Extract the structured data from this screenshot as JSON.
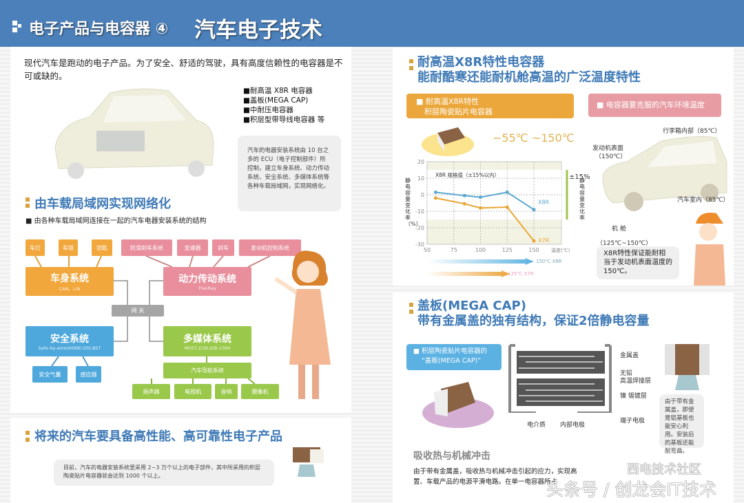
{
  "header": {
    "subtitle": "电子产品与电容器 ④",
    "title": "汽车电子技术",
    "color": "#4b80bb"
  },
  "intro": {
    "text": "现代汽车是跑动的电子产品。为了安全、舒适的驾驶，具有高度信赖性的电容器是不可或缺的。",
    "bullets": [
      "■耐高温 X8R 电容器",
      "■盖板(MEGA CAP)",
      "■中耐压电容器",
      "■积层型带导线电容器 等"
    ],
    "bubble": "汽车的电器安装系统由 10 台之多的 ECU（电子控制部件）所控制，建立车身系统、动力传动系统、安全系统、多媒体系统等各种车载局域网，实现网络化。"
  },
  "network": {
    "title": "由车载局域网实现网络化",
    "caption": "■ 由各种车载局域网连接在一起的汽车电器安装系统的结构",
    "body": {
      "name": "车身系统",
      "protocol": "CAN、LIN",
      "items": [
        "车灯",
        "车锁",
        "钥匙"
      ]
    },
    "powertrain": {
      "name": "动力传动系统",
      "protocol": "FlexRay",
      "items": [
        "防滑刹车系统",
        "变速器",
        "刹车",
        "发动机控制系统"
      ]
    },
    "gateway": "网 关",
    "safety": {
      "name": "安全系统",
      "protocol": "Safe-by-wire(ASRB)·DSI,BST",
      "items": [
        "安全气囊",
        "感应器"
      ]
    },
    "multimedia": {
      "name": "多媒体系统",
      "protocol": "MOST,D2B,IDB-1394",
      "nav": "汽车导航系统",
      "items": [
        "扬声器",
        "电视机",
        "音响",
        "摄像机"
      ]
    }
  },
  "future": {
    "title": "将来的汽车要具备高性能、高可靠性电子产品",
    "text": "目前，汽车的电器安装系统里采用 2~3 万个以上的电子部件，其中所采用的积层陶瓷贴片电容器就会达到 1000 个以上。"
  },
  "x8r": {
    "title1": "耐高温X8R特性电容器",
    "title2": "能耐酷寒还能耐机舱高温的广泛温度特性",
    "tag1_line1": "■ 耐高温X8R特性",
    "tag1_line2": "积层陶瓷贴片电容器",
    "range": "−55℃ ~150℃",
    "tag2": "■ 电容器要克服的汽车环境温度",
    "car_labels": {
      "trunk": "行李箱内部（85℃）",
      "engine_surface": "发动机表面",
      "engine_surface_temp": "（150℃）",
      "cabin": "汽车室内（85℃）",
      "engine_room": "机 舱",
      "engine_room_temp": "（125℃~150℃）"
    },
    "note": "X8R特性保证能耐相当于发动机表面温度的150℃。",
    "arrow1": "150℃ X8R",
    "arrow2": "125℃ X7R"
  },
  "chart_data": {
    "type": "line",
    "xlabel": "温度(℃)",
    "ylabel": "静电容量变化率（%）",
    "xlim": [
      50,
      150
    ],
    "ylim": [
      -30,
      20
    ],
    "xticks": [
      "50",
      "75",
      "100",
      "125",
      "150"
    ],
    "yticks": [
      "20",
      "10",
      "0",
      "-10",
      "-20",
      "-30"
    ],
    "grid": true,
    "band_label": "X8R 规格值（±15%以内）",
    "band_range": [
      -15,
      15
    ],
    "right_label": "±15%",
    "right_axis": "静电容量变化率",
    "series": [
      {
        "name": "X8R",
        "color": "#5aa8d0",
        "x": [
          58,
          85,
          100,
          125,
          150
        ],
        "y": [
          1.5,
          -0.5,
          -1.5,
          1.5,
          -9
        ]
      },
      {
        "name": "X7R",
        "color": "#eaa634",
        "x": [
          58,
          85,
          100,
          125,
          150
        ],
        "y": [
          -2,
          -5.5,
          -8,
          -7.5,
          -28
        ]
      }
    ]
  },
  "megacap": {
    "title1": "盖板(MEGA CAP)",
    "title2": "带有金属盖的独有结构，保证2倍静电容量",
    "tag_line1": "■ 积层陶瓷贴片电容器的",
    "tag_line2": "“盖板(MEGA CAP)”",
    "labels": {
      "cap": "金属盖",
      "solder1": "无铅",
      "solder2": "高温焊接层",
      "plating": "镍 锡镀层",
      "terminal": "端子电极",
      "dielectric": "电介质",
      "electrode": "内部电极"
    },
    "bubble": "由于带有金属盖，即使是铝基板也能安心利用。安装后的基板还能耐弯曲。",
    "sub": "吸收热与机械冲击",
    "text1": "由于带有金属盖，吸收热与机械冲击引起的应力，实现高",
    "text2": "置、车载产品的电源平滑电路。在单一电容器所占"
  },
  "watermark": {
    "line1": "西电技术社区",
    "line2": "头条号 / 创龙会IT技术"
  }
}
